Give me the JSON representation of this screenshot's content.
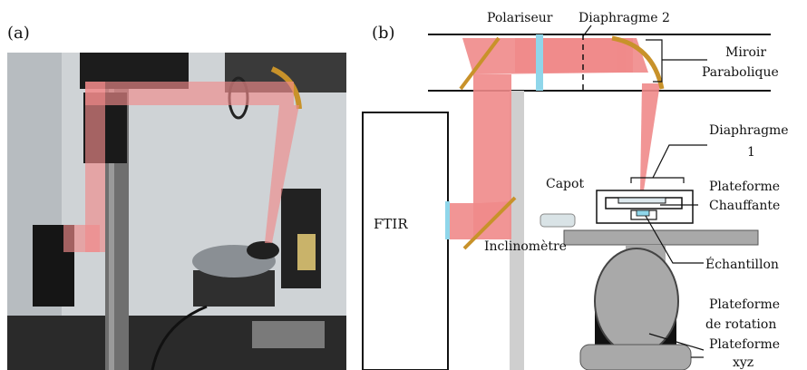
{
  "panels": {
    "a": "(a)",
    "b": "(b)"
  },
  "labels": {
    "polariseur": "Polariseur",
    "diaphragme2": "Diaphragme 2",
    "miroir_line1": "Miroir",
    "miroir_line2": "Parabolique",
    "diaphragme1_line1": "Diaphragme",
    "diaphragme1_line2": "1",
    "capot": "Capot",
    "plateforme_chauffante_line1": "Plateforme",
    "plateforme_chauffante_line2": "Chauffante",
    "ftir": "FTIR",
    "inclinometre": "Inclinomètre",
    "echantillon": "Échantillon",
    "rotation_line1": "Plateforme",
    "rotation_line2": "de rotation",
    "xyz_line1": "Plateforme",
    "xyz_line2": "xyz"
  },
  "colors": {
    "beam": "#f08a8a",
    "mirror": "#c8922a",
    "polarizer": "#8fd6ea",
    "platform_gray": "#a9a9a9",
    "dark_block": "#111111"
  }
}
